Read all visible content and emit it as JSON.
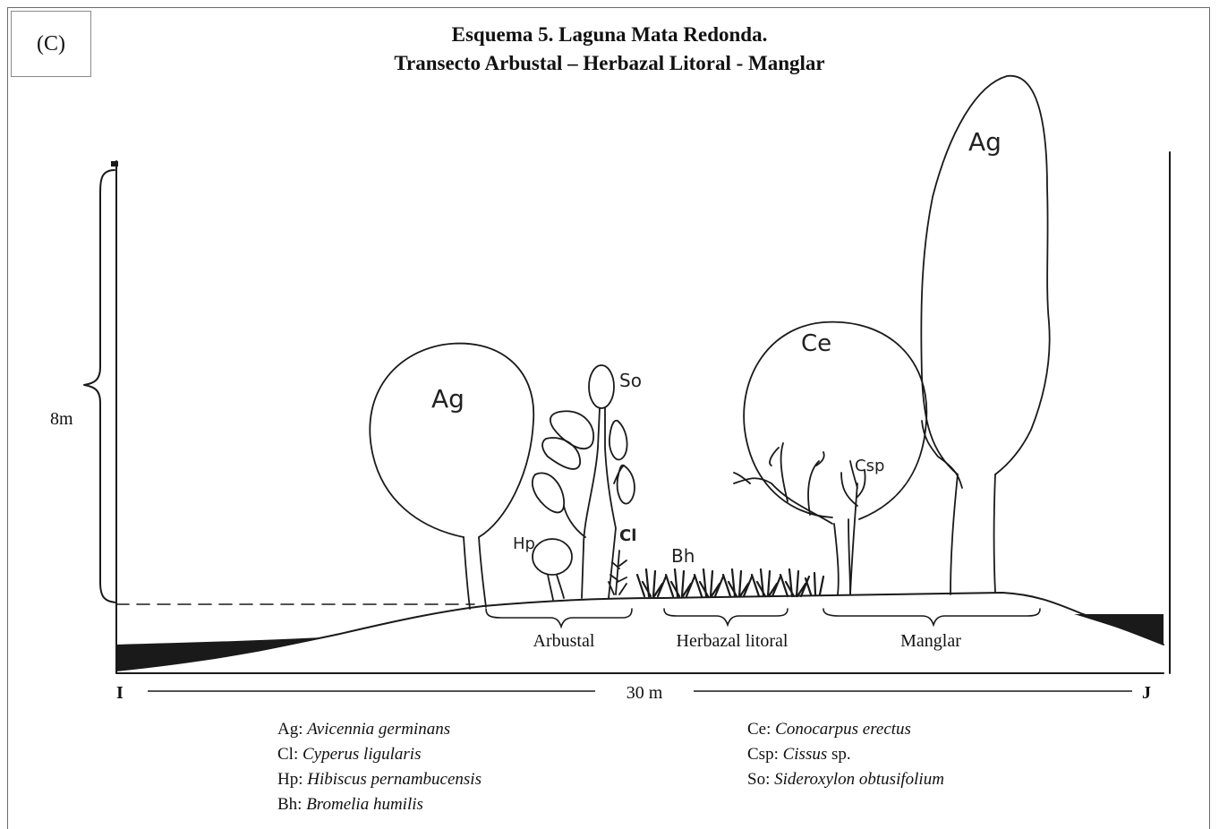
{
  "panel_label": "(C)",
  "title_line1": "Esquema 5. Laguna Mata Redonda.",
  "title_line2": "Transecto Arbustal – Herbazal Litoral - Manglar",
  "height_label": "8m",
  "axis": {
    "start": "I",
    "end": "J",
    "distance": "30 m"
  },
  "zones": [
    "Arbustal",
    "Herbazal litoral",
    "Manglar"
  ],
  "plant_tags": {
    "ag_left": "Ag",
    "ag_right": "Ag",
    "so": "So",
    "hp": "Hp",
    "cl": "Cl",
    "bh": "Bh",
    "ce": "Ce",
    "csp": "Csp"
  },
  "legend": {
    "left": [
      {
        "code": "Ag:",
        "species": "Avicennia germinans",
        "suffix": ""
      },
      {
        "code": "Cl:",
        "species": "Cyperus ligularis",
        "suffix": ""
      },
      {
        "code": "Hp:",
        "species": "Hibiscus pernambucensis",
        "suffix": ""
      },
      {
        "code": "Bh:",
        "species": "Bromelia humilis",
        "suffix": ""
      }
    ],
    "right": [
      {
        "code": "Ce:",
        "species": "Conocarpus erectus",
        "suffix": ""
      },
      {
        "code": "Csp:",
        "species": "Cissus",
        "suffix": "sp."
      },
      {
        "code": "So:",
        "species": "Sideroxylon obtusifolium",
        "suffix": ""
      }
    ]
  }
}
